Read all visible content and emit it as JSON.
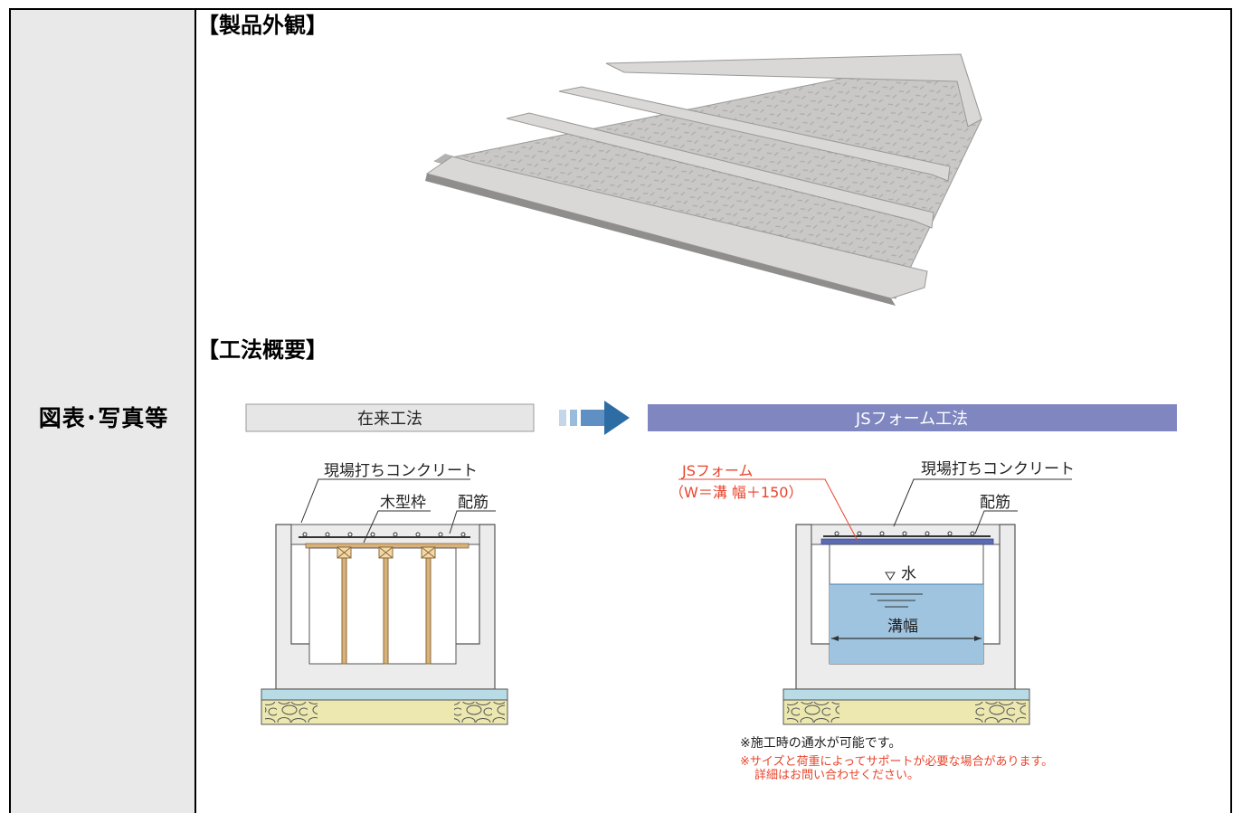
{
  "table": {
    "row_label": "図表･写真等"
  },
  "sections": {
    "product_heading": "【製品外観】",
    "method_heading": "【工法概要】"
  },
  "diagram": {
    "left_title": "在来工法",
    "right_title": "JSフォーム工法",
    "left_labels": {
      "concrete": "現場打ちコンクリート",
      "wood_form": "木型枠",
      "rebar": "配筋"
    },
    "right_labels": {
      "js_form": "JSフォーム",
      "js_form_width": "（W＝溝 幅＋150）",
      "concrete": "現場打ちコンクリート",
      "rebar": "配筋",
      "water": "水",
      "channel_width": "溝幅"
    },
    "notes": {
      "note1": "※施工時の通水が可能です。",
      "note2": "※サイズと荷重によってサポートが必要な場合があります。",
      "note3": "詳細はお問い合わせください。"
    },
    "colors": {
      "right_banner": "#7f86c0",
      "left_banner": "#e6e6e6",
      "arrow": "#2e6da4",
      "accent_red": "#e8452c",
      "water": "#9fc4e0",
      "wall": "#ececec",
      "base": "#b9dbe6",
      "gravel": "#ece8b0"
    }
  }
}
